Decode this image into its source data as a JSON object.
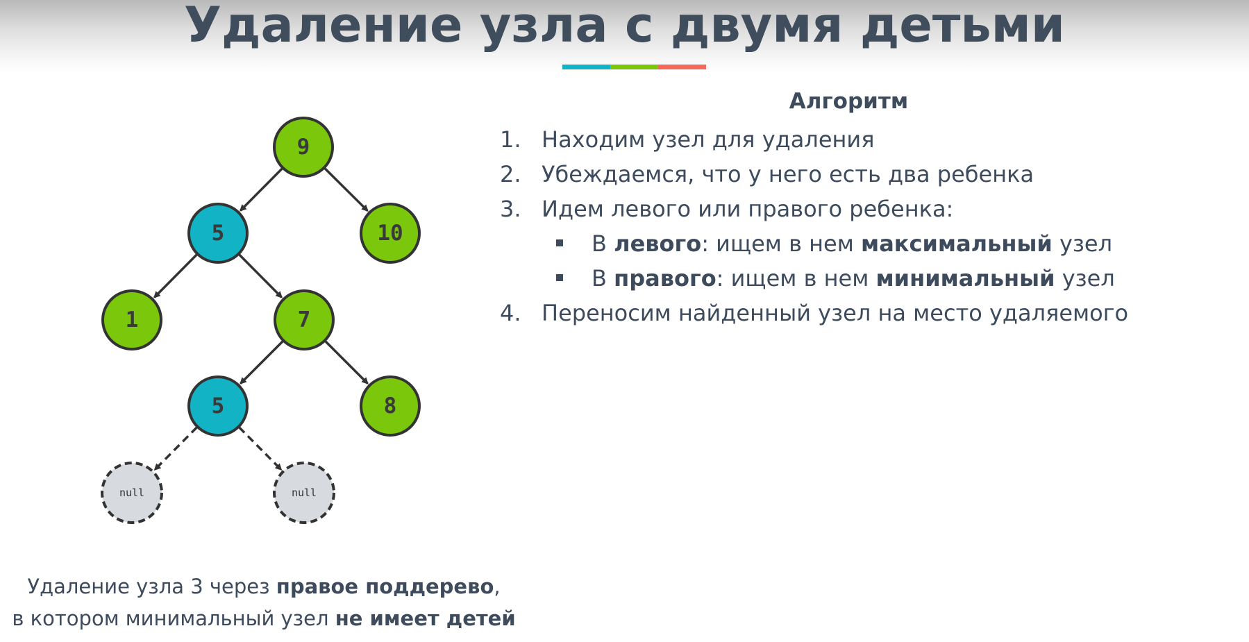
{
  "title": "Удаление узла с двумя детьми",
  "colors": {
    "teal": "#13b3c6",
    "green": "#7ac70c",
    "red": "#f4695a",
    "node_green": "#7ac70c",
    "node_teal": "#13b3c6",
    "null_fill": "#d7dbe0",
    "text": "#3d4b5c"
  },
  "tree": {
    "nodes": [
      {
        "id": "n9",
        "label": "9",
        "color": "green"
      },
      {
        "id": "n5a",
        "label": "5",
        "color": "teal"
      },
      {
        "id": "n10",
        "label": "10",
        "color": "green"
      },
      {
        "id": "n1",
        "label": "1",
        "color": "green"
      },
      {
        "id": "n7",
        "label": "7",
        "color": "green"
      },
      {
        "id": "n5b",
        "label": "5",
        "color": "teal"
      },
      {
        "id": "n8",
        "label": "8",
        "color": "green"
      },
      {
        "id": "null1",
        "label": "null",
        "color": "null"
      },
      {
        "id": "null2",
        "label": "null",
        "color": "null"
      }
    ],
    "edges": [
      {
        "from": "n9",
        "to": "n5a",
        "style": "solid"
      },
      {
        "from": "n9",
        "to": "n10",
        "style": "solid"
      },
      {
        "from": "n5a",
        "to": "n1",
        "style": "solid"
      },
      {
        "from": "n5a",
        "to": "n7",
        "style": "solid"
      },
      {
        "from": "n7",
        "to": "n5b",
        "style": "solid"
      },
      {
        "from": "n7",
        "to": "n8",
        "style": "solid"
      },
      {
        "from": "n5b",
        "to": "null1",
        "style": "dashed"
      },
      {
        "from": "n5b",
        "to": "null2",
        "style": "dashed"
      }
    ]
  },
  "algorithm": {
    "heading": "Алгоритм",
    "steps": [
      {
        "num": "1.",
        "text": "Находим узел для удаления"
      },
      {
        "num": "2.",
        "text": "Убеждаемся, что у него есть два ребенка"
      },
      {
        "num": "3.",
        "text": "Идем левого или правого ребенка:"
      }
    ],
    "sub_steps": [
      {
        "prefix": "В ",
        "bold1": "левого",
        "mid": ": ищем в нем ",
        "bold2": "максимальный",
        "suffix": " узел"
      },
      {
        "prefix": "В ",
        "bold1": "правого",
        "mid": ": ищем в нем ",
        "bold2": "минимальный",
        "suffix": " узел"
      }
    ],
    "final_step": {
      "num": "4.",
      "text": "Переносим найденный узел на место удаляемого"
    }
  },
  "caption": {
    "line1_prefix": "Удаление узла 3 через ",
    "line1_bold": "правое поддерево",
    "line1_suffix": ",",
    "line2_prefix": "в котором минимальный узел ",
    "line2_bold": "не имеет детей"
  }
}
